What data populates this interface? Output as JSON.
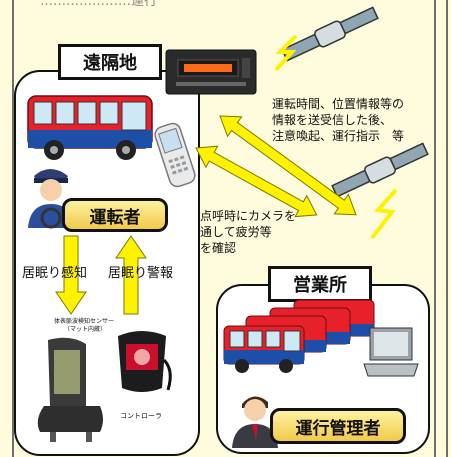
{
  "header_text": "…………………運行",
  "remote": {
    "title": "遠隔地",
    "driver_label": "運転者",
    "drowsy_detect": "居眠り感知",
    "drowsy_alarm": "居眠り警報",
    "sensor_caption_1": "体表脈波検知センサー",
    "sensor_caption_2": "（マット内蔵）",
    "controller_caption": "コントローラ"
  },
  "office": {
    "title": "営業所",
    "manager_label": "運行管理者"
  },
  "notes": {
    "top_right": [
      "運転時間、位置情報等の",
      "情報を送受信した後、",
      "注意喚起、運行指示　等"
    ],
    "middle": [
      "点呼時にカメラを",
      "通して疲労等",
      "を確認"
    ]
  },
  "colors": {
    "background": "#FFFBDD",
    "accent_yellow": "#FFF200",
    "bus_red": "#E8202A",
    "bus_blue": "#1E4FA8",
    "role_box": "#F3C949"
  }
}
